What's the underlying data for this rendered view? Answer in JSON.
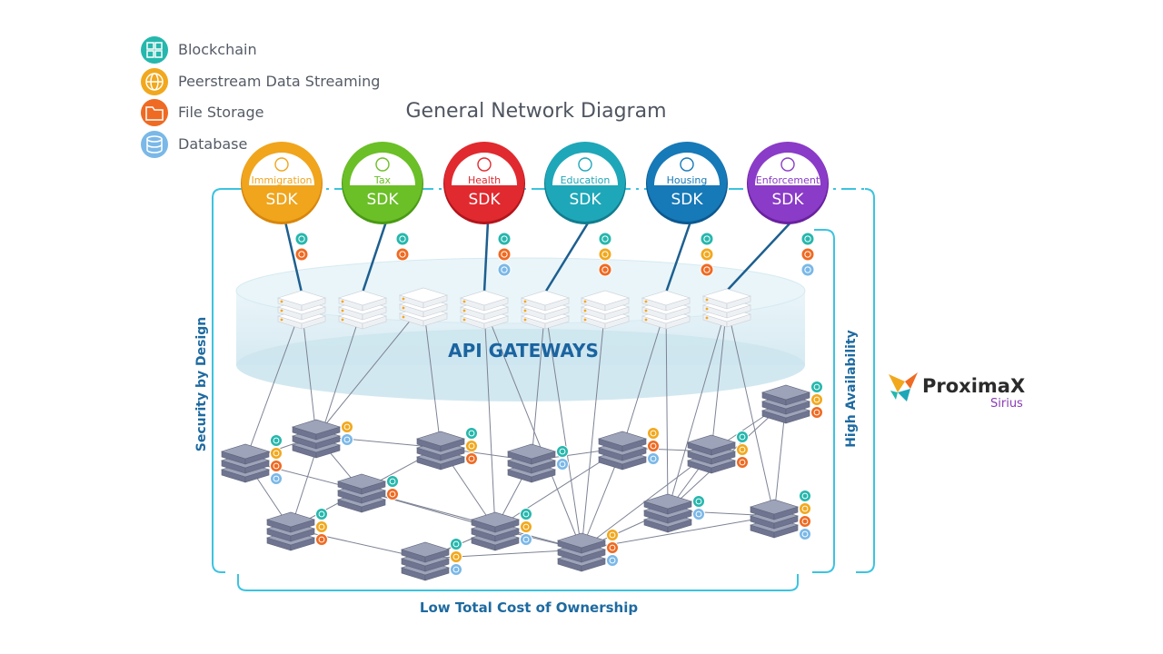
{
  "legend": [
    {
      "label": "Blockchain",
      "color": "#26b7ad",
      "icon": "blockchain-icon"
    },
    {
      "label": "Peerstream Data Streaming",
      "color": "#f2a81d",
      "icon": "globe-icon"
    },
    {
      "label": "File Storage",
      "color": "#ef6a22",
      "icon": "folder-icon"
    },
    {
      "label": "Database",
      "color": "#7ab8e8",
      "icon": "database-icon"
    }
  ],
  "title": "General Network Diagram",
  "sdk_badge": "SDK",
  "sdks": [
    {
      "label": "Immigration",
      "color": "#f0a51c",
      "dark": "#d8860c",
      "icon": "passport-icon"
    },
    {
      "label": "Tax",
      "color": "#6bbf27",
      "dark": "#4a9a15",
      "icon": "tax-document-icon"
    },
    {
      "label": "Health",
      "color": "#e02a2f",
      "dark": "#b3151c",
      "icon": "heartbeat-icon"
    },
    {
      "label": "Education",
      "color": "#1ea7b8",
      "dark": "#117d8e",
      "icon": "graduation-cap-icon"
    },
    {
      "label": "Housing",
      "color": "#1679b8",
      "dark": "#0c5890",
      "icon": "house-icon"
    },
    {
      "label": "Enforcement",
      "color": "#8a3bc8",
      "dark": "#6a219f",
      "icon": "badge-icon"
    }
  ],
  "api_gateways_label": "API GATEWAYS",
  "side_left": "Security by Design",
  "side_right": "High Availability",
  "bottom_label": "Low Total Cost of Ownership",
  "brand": {
    "name": "ProximaX",
    "sub": "Sirius",
    "accent": "#8a3bb5"
  },
  "accent_line": "#3cc3e0"
}
